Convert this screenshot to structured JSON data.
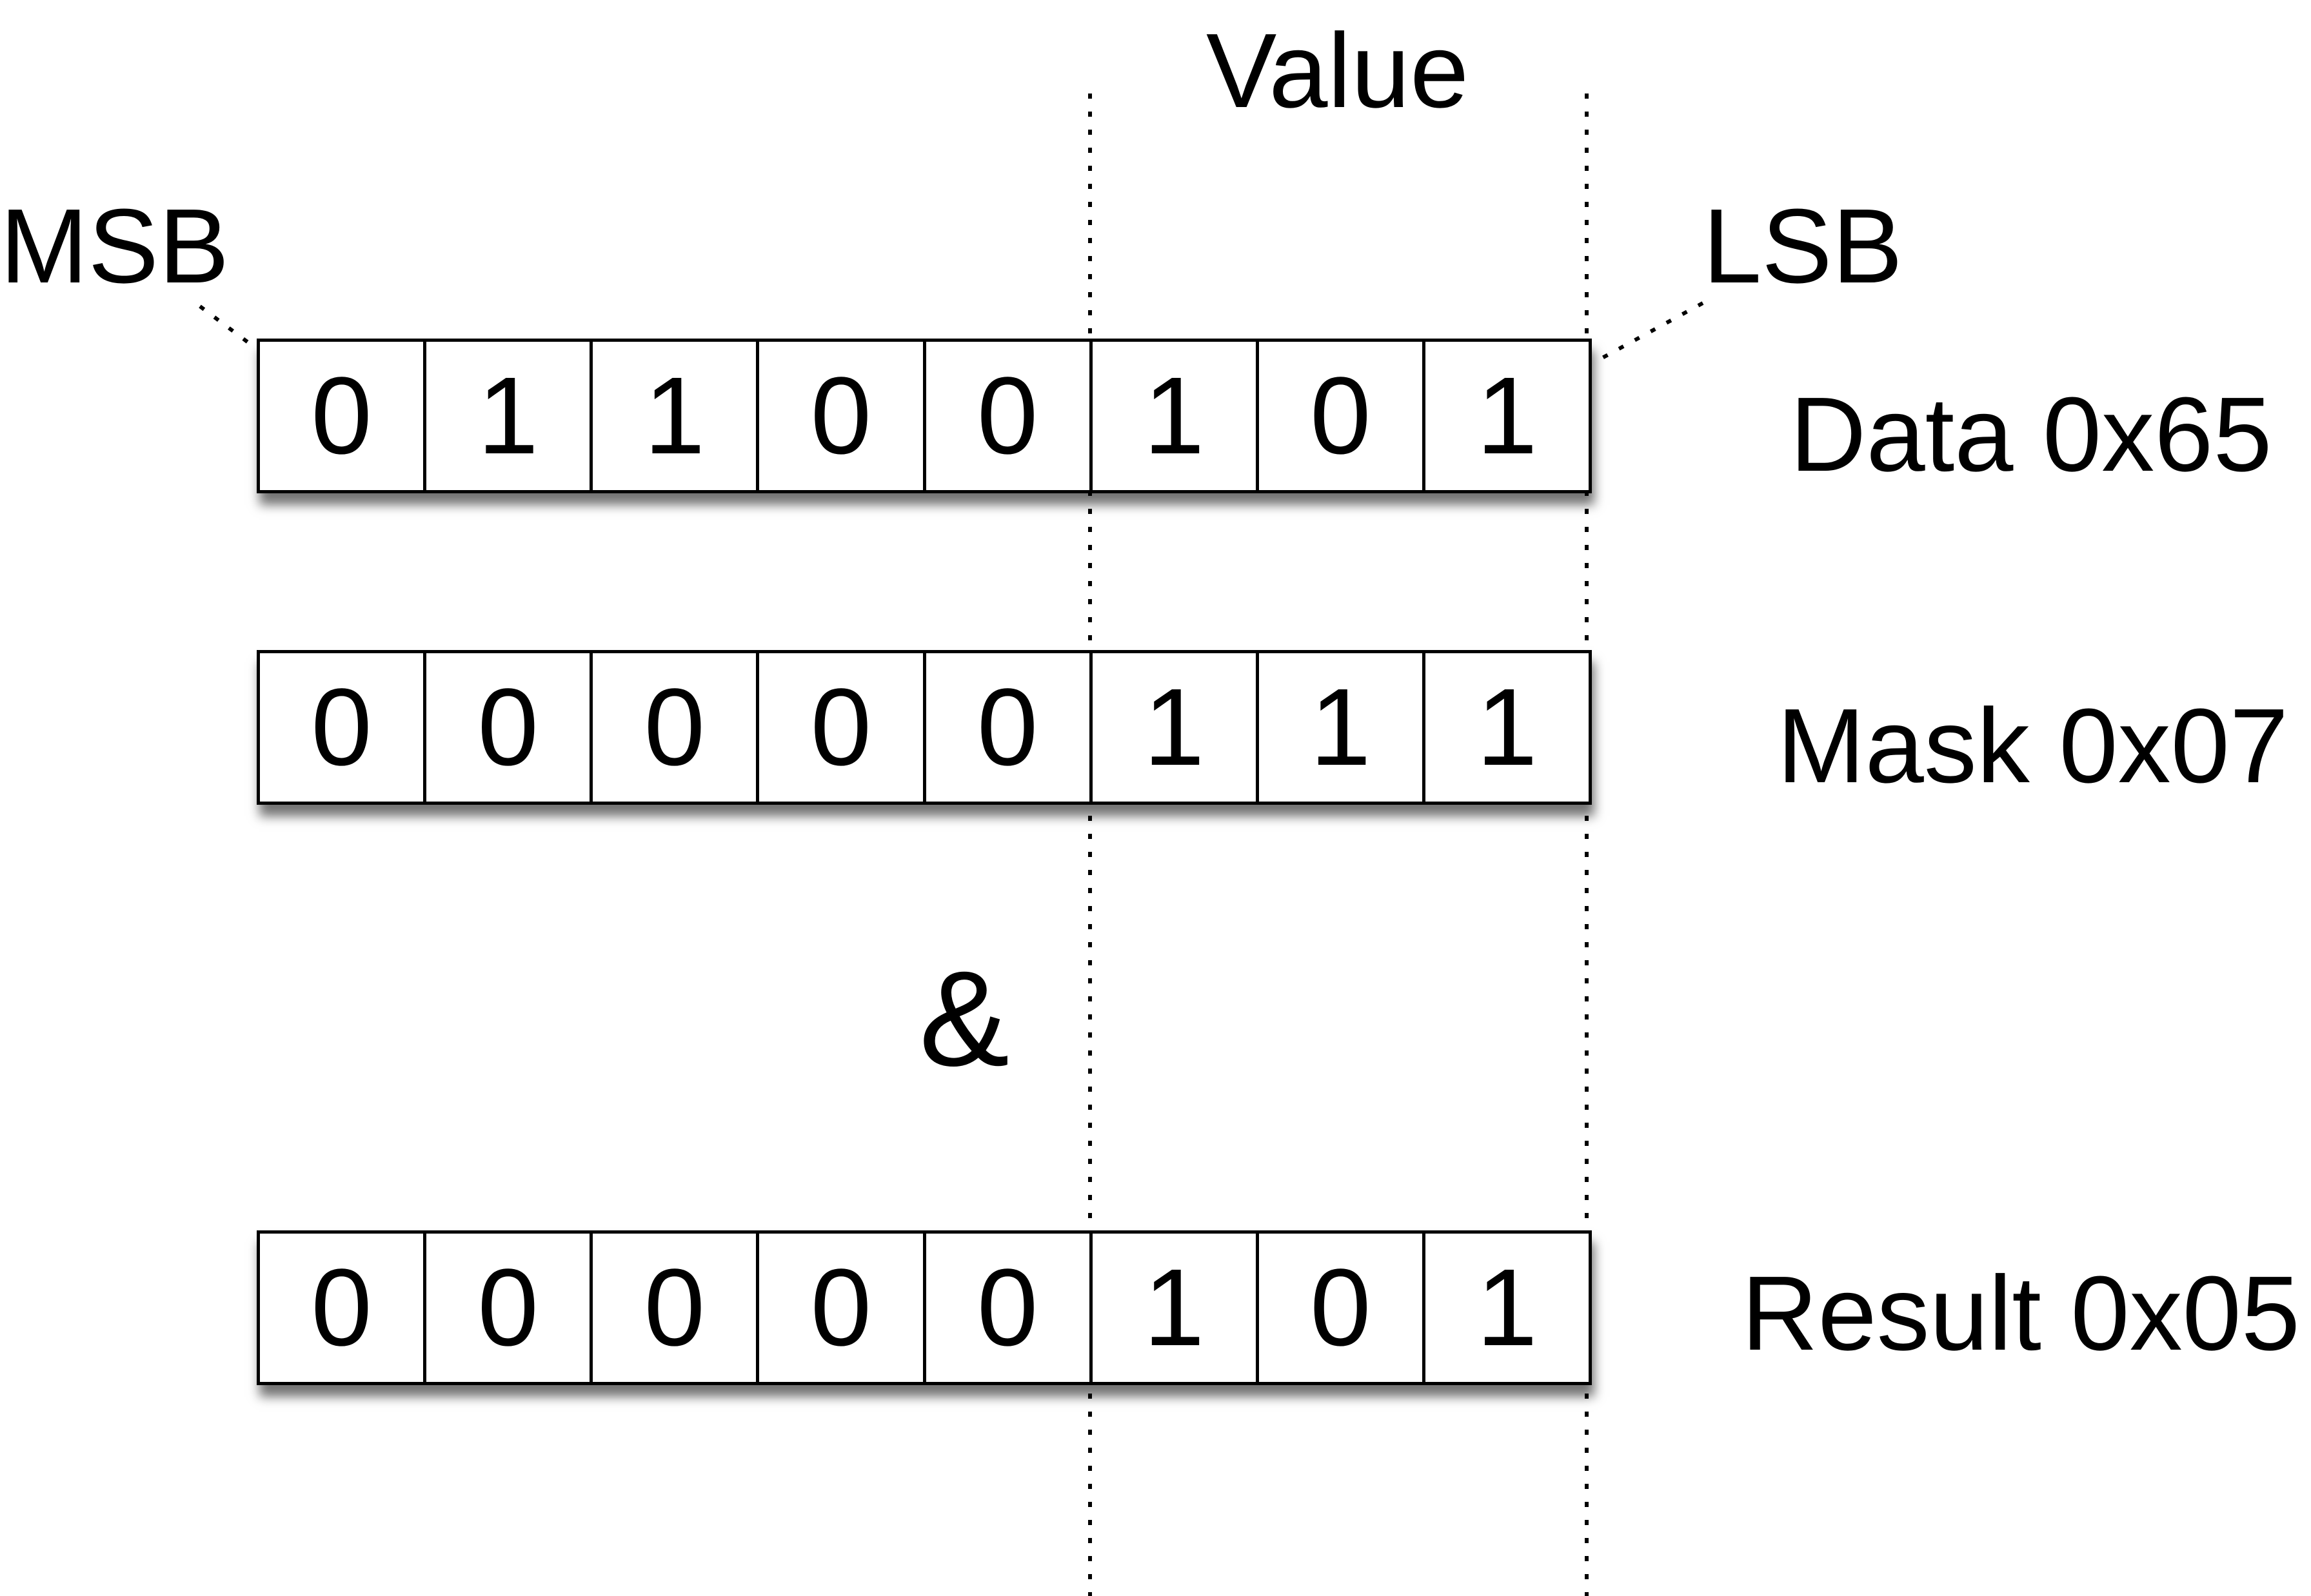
{
  "header": {
    "value_label": "Value",
    "msb_label": "MSB",
    "lsb_label": "LSB"
  },
  "registers": [
    {
      "label": "Data 0x65",
      "bits": [
        "0",
        "1",
        "1",
        "0",
        "0",
        "1",
        "0",
        "1"
      ]
    },
    {
      "label": "Mask 0x07",
      "bits": [
        "0",
        "0",
        "0",
        "0",
        "0",
        "1",
        "1",
        "1"
      ]
    },
    {
      "label": "Result 0x05",
      "bits": [
        "0",
        "0",
        "0",
        "0",
        "0",
        "1",
        "0",
        "1"
      ]
    }
  ],
  "operator": "&"
}
